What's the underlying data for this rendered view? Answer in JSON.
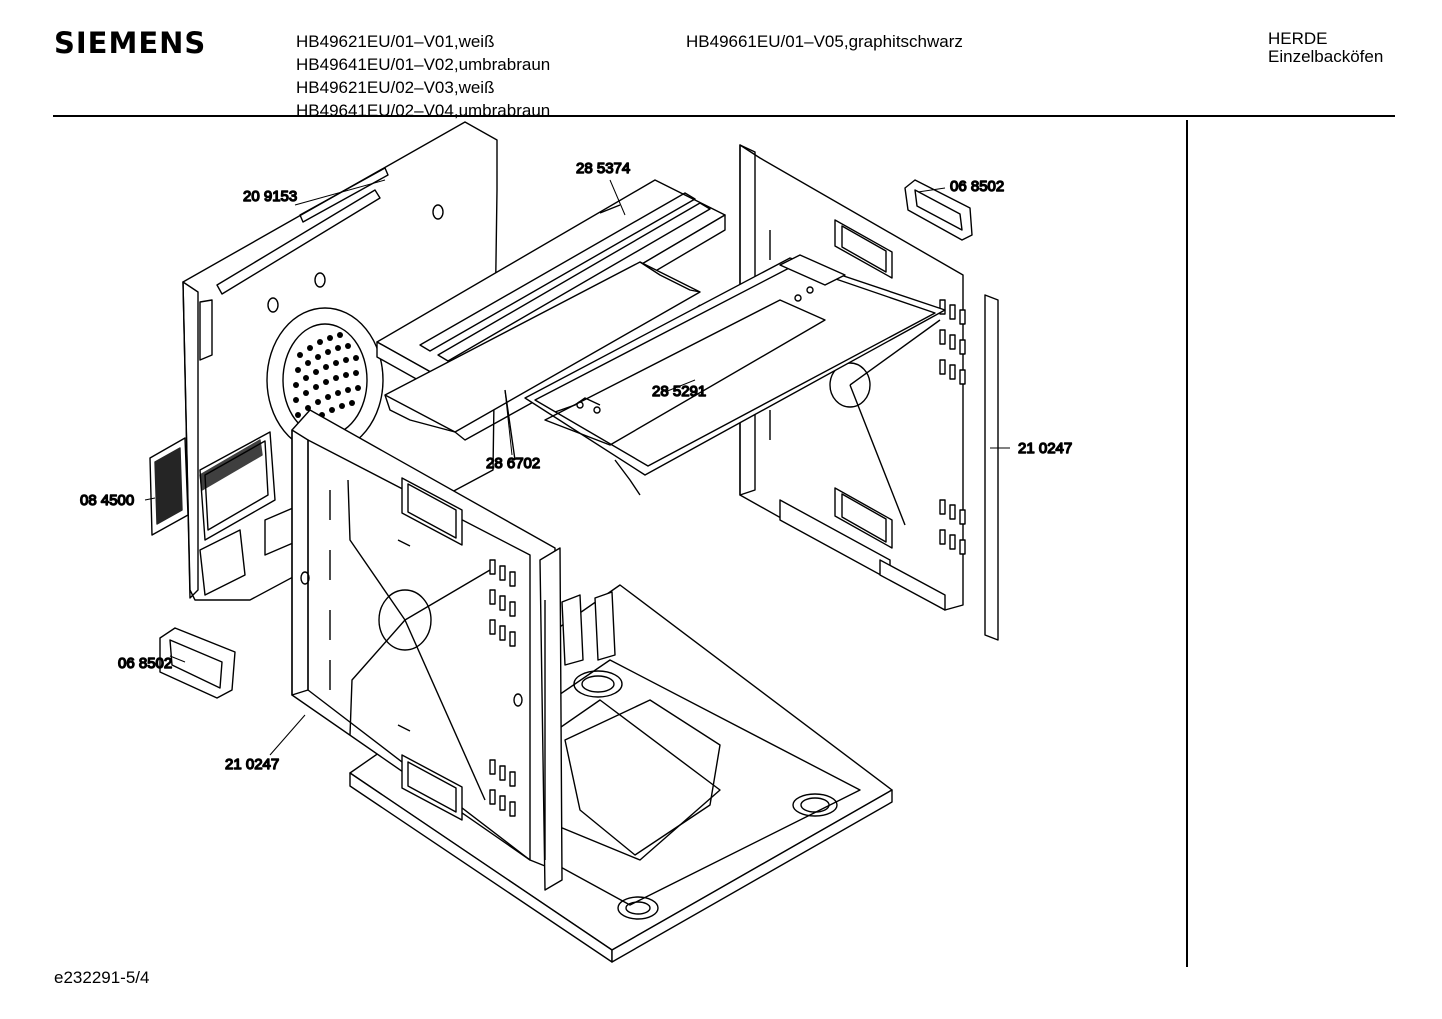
{
  "header": {
    "brand": "SIEMENS",
    "models": [
      "HB49621EU/01–V01,weiß",
      "HB49641EU/01–V02,umbrabraun",
      "HB49621EU/02–V03,weiß",
      "HB49641EU/02–V04,umbrabraun"
    ],
    "model_right": "HB49661EU/01–V05,graphitschwarz",
    "category": [
      "HERDE",
      "Einzelbacköfen"
    ]
  },
  "diagram": {
    "part_labels": {
      "back_panel": "20 9153",
      "top_cover": "28 5374",
      "handle_top": "06 8502",
      "heating_plate": "28 5291",
      "side_panel_right": "21 0247",
      "heating_element": "28 6702",
      "control_board": "08 4500",
      "handle_bottom": "06 8502",
      "side_panel_left": "21 0247"
    }
  },
  "footer": {
    "code": "e232291-5/4"
  }
}
